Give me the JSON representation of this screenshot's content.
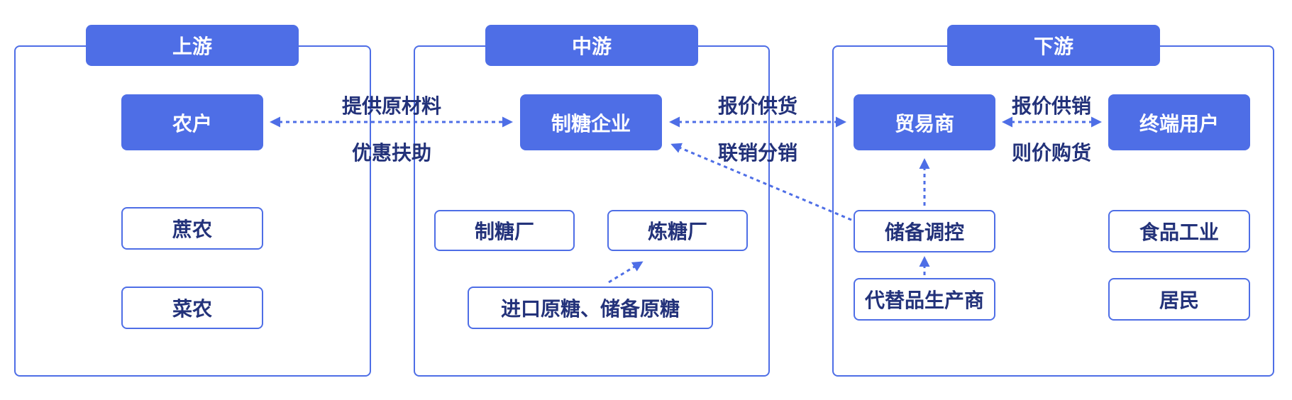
{
  "colors": {
    "accent": "#4e6ee6",
    "text": "#23327a"
  },
  "sections": {
    "upstream": {
      "title": "上游",
      "main_node": "农户",
      "sub_nodes": [
        "蔗农",
        "菜农"
      ]
    },
    "midstream": {
      "title": "中游",
      "main_node": "制糖企业",
      "sub_nodes": [
        "制糖厂",
        "炼糖厂",
        "进口原糖、储备原糖"
      ]
    },
    "downstream": {
      "title": "下游",
      "main_nodes": [
        "贸易商",
        "终端用户"
      ],
      "sub_nodes": [
        "储备调控",
        "代替品生产商",
        "食品工业",
        "居民"
      ]
    }
  },
  "edge_labels": {
    "farmer_to_sugar_top": "提供原材料",
    "farmer_to_sugar_bottom": "优惠扶助",
    "sugar_to_trader_top": "报价供货",
    "sugar_to_trader_bottom": "联销分销",
    "trader_to_end_top": "报价供销",
    "trader_to_end_bottom": "则价购货"
  }
}
